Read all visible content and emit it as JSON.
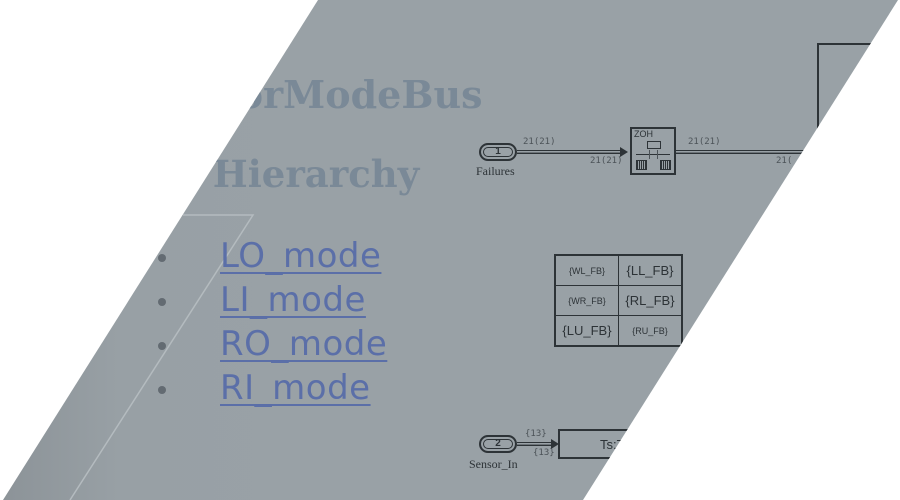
{
  "slide": {
    "title_line1": "uatorModeBus",
    "title_line2": ". Hierarchy",
    "bullets": [
      {
        "label": "LO_mode"
      },
      {
        "label": "LI_mode"
      },
      {
        "label": "RO_mode"
      },
      {
        "label": "RI_mode"
      }
    ]
  },
  "diagram": {
    "inport1": {
      "number": "1",
      "name": "Failures"
    },
    "inport2": {
      "number": "2",
      "name": "Sensor_In"
    },
    "signal1_top": "21(21)",
    "signal1_bottom": "21(21)",
    "signal2_top": "21(21)",
    "signal2_bottom": "21(",
    "signal3_top": "{13}",
    "signal3_bottom": "{13}",
    "zoh_label": "ZOH",
    "ts_block_label": "Ts:To",
    "fb_table": {
      "rows": [
        [
          "{WL_FB}",
          "{LL_FB}"
        ],
        [
          "{WR_FB}",
          "{RL_FB}"
        ],
        [
          "{LU_FB}",
          "{RU_FB}"
        ]
      ]
    }
  },
  "colors": {
    "panel": "#99a1a6",
    "title": "#7a8997",
    "link": "#5b6fa8",
    "line": "#2d3337"
  }
}
